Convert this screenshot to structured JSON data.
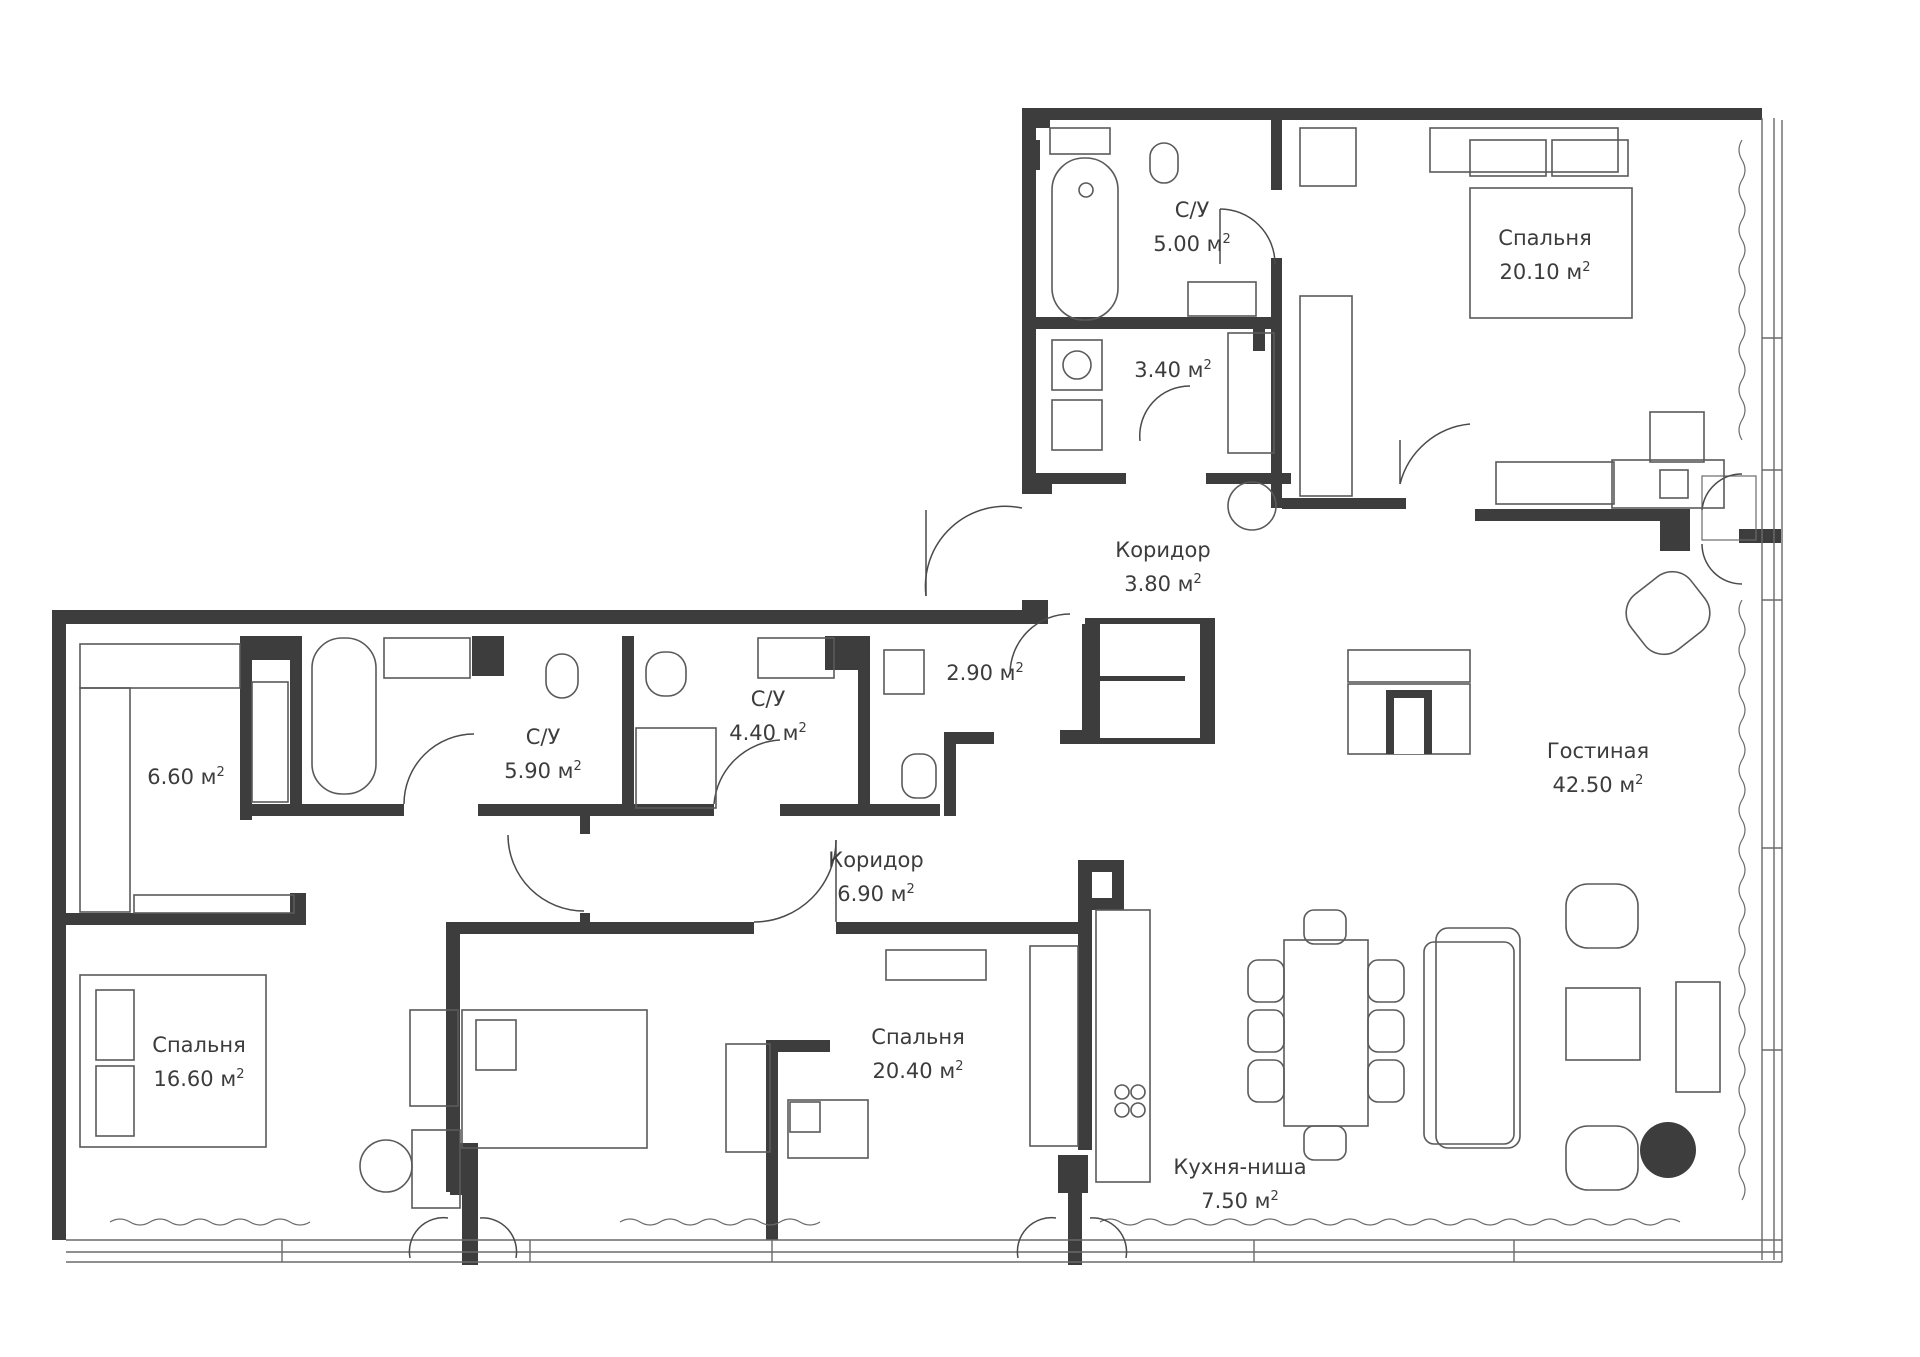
{
  "plan": {
    "wall_color": "#3d3d3d",
    "rooms": [
      {
        "id": "bath-top",
        "name": "С/У",
        "area": "5.00"
      },
      {
        "id": "bedroom-top",
        "name": "Спальня",
        "area": "20.10"
      },
      {
        "id": "laundry",
        "name": "",
        "area": "3.40"
      },
      {
        "id": "corridor-top",
        "name": "Коридор",
        "area": "3.80"
      },
      {
        "id": "wardrobe-left",
        "name": "",
        "area": "6.60"
      },
      {
        "id": "bath-mid-left",
        "name": "С/У",
        "area": "5.90"
      },
      {
        "id": "bath-mid-right",
        "name": "С/У",
        "area": "4.40"
      },
      {
        "id": "wc-small",
        "name": "",
        "area": "2.90"
      },
      {
        "id": "living",
        "name": "Гостиная",
        "area": "42.50"
      },
      {
        "id": "corridor-mid",
        "name": "Коридор",
        "area": "6.90"
      },
      {
        "id": "bedroom-left",
        "name": "Спальня",
        "area": "16.60"
      },
      {
        "id": "bedroom-mid",
        "name": "Спальня",
        "area": "20.40"
      },
      {
        "id": "kitchen",
        "name": "Кухня-ниша",
        "area": "7.50"
      }
    ],
    "unit": "м",
    "unit_power": "2"
  }
}
